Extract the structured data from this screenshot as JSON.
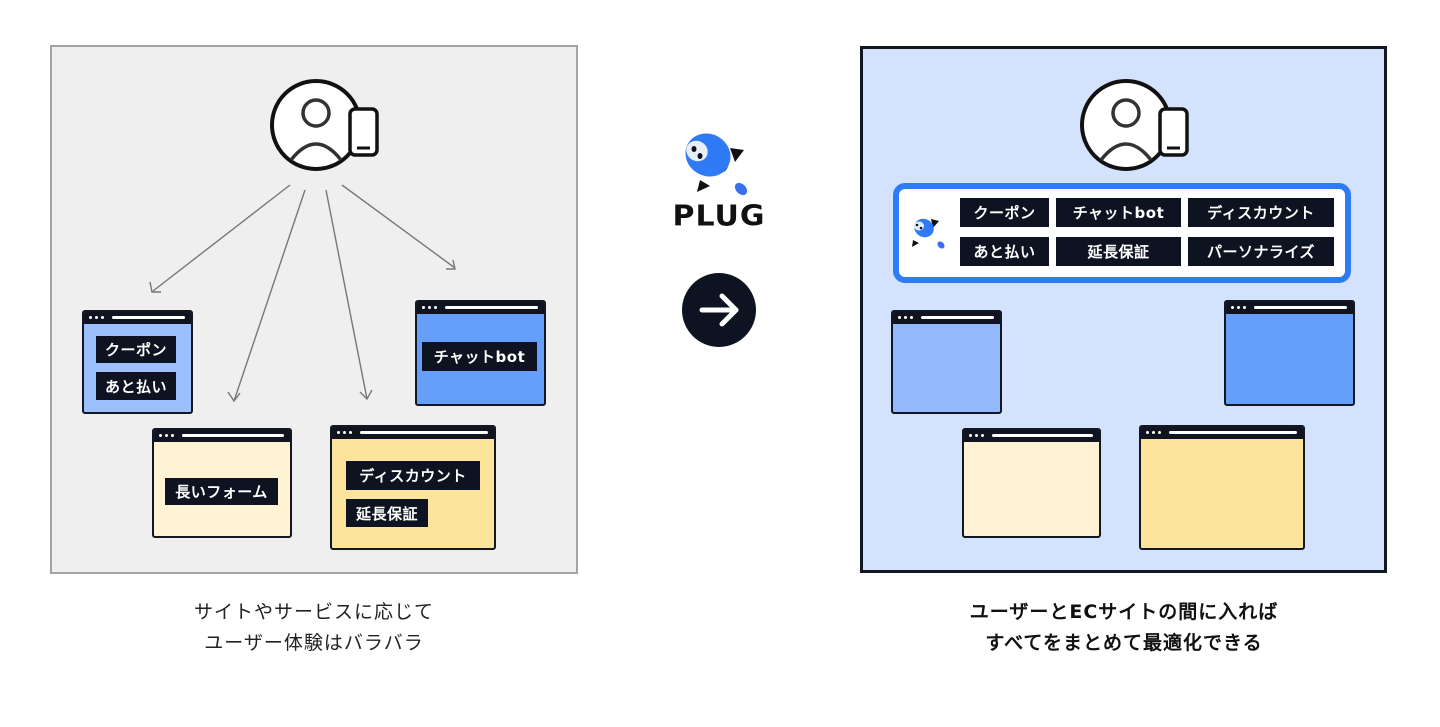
{
  "left": {
    "title": "before",
    "icons": {
      "user": "user-with-phone-icon"
    },
    "windows": [
      {
        "id": "coupon-window",
        "color": "#9dbffb",
        "tags": [
          "クーポン",
          "あと払い"
        ]
      },
      {
        "id": "chatbot-window",
        "color": "#659ffb",
        "tags": [
          "チャットbot"
        ]
      },
      {
        "id": "long-form-window",
        "color": "#fff3d4",
        "tags": [
          "長いフォーム"
        ]
      },
      {
        "id": "discount-window",
        "color": "#fde49c",
        "tags": [
          "ディスカウント",
          "延長保証"
        ]
      }
    ],
    "caption": {
      "line1": "サイトやサービスに応じて",
      "line2": "ユーザー体験はバラバラ"
    }
  },
  "center": {
    "brand": "PLUG",
    "brand_color": "#2f7bf5",
    "icons": {
      "logo": "plug-rocket-logo-icon",
      "arrow": "arrow-right-icon"
    }
  },
  "right": {
    "icons": {
      "user": "user-with-phone-icon",
      "plug": "plug-rocket-logo-icon"
    },
    "plug_tags": [
      [
        "クーポン",
        "チャットbot",
        "ディスカウント"
      ],
      [
        "あと払い",
        "延長保証",
        "パーソナライズ"
      ]
    ],
    "windows": [
      {
        "id": "light-blue-window",
        "color": "#93b8fb"
      },
      {
        "id": "blue-window",
        "color": "#639ffb"
      },
      {
        "id": "cream-window",
        "color": "#fff3d4"
      },
      {
        "id": "yellow-window",
        "color": "#fde49c"
      }
    ],
    "caption": {
      "line1": "ユーザーとECサイトの間に入れば",
      "line2": "すべてをまとめて最適化できる"
    }
  },
  "colors": {
    "left_bg": "#efefef",
    "right_bg": "#d3e3fd",
    "tag_bg": "#0d1320",
    "plug_border": "#2f7bf5"
  }
}
